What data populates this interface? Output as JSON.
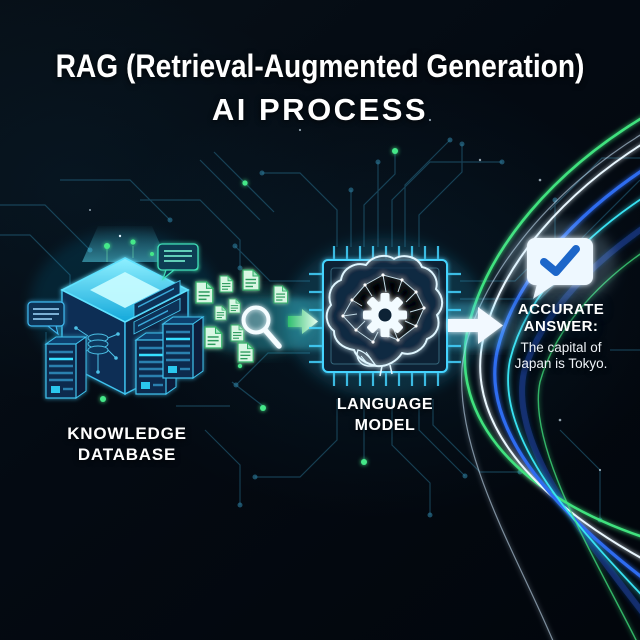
{
  "title": {
    "line1": "RAG (Retrieval-Augmented Generation)",
    "line2": "AI PROCESS"
  },
  "knowledge_database": {
    "label_line1": "KNOWLEDGE",
    "label_line2": "DATABASE"
  },
  "language_model": {
    "label_line1": "LANGUAGE",
    "label_line2": "MODEL"
  },
  "answer": {
    "heading_line1": "ACCURATE",
    "heading_line2": "ANSWER:",
    "body_line1": "The capital of",
    "body_line2": "Japan is Tokyo."
  },
  "icons": {
    "knowledge_database": "isometric-cube-with-servers",
    "chat": "speech-bubble",
    "document": "file-with-lines",
    "search": "magnifying-glass",
    "flow_arrow": "right-arrow",
    "language_model": "chip-with-brain-and-gear",
    "answer": "speech-bubble-with-checkmark"
  },
  "colors": {
    "background": "#04090f",
    "title_text": "#ffffff",
    "accent_cyan": "#3fd4ff",
    "accent_green": "#3fe27e",
    "accent_blue": "#2e6cf0",
    "circuit_teal": "#2d7d9e",
    "bubble_white": "#eef8ff",
    "checkmark_blue": "#1c66c9",
    "document_green": "#2fae66"
  }
}
